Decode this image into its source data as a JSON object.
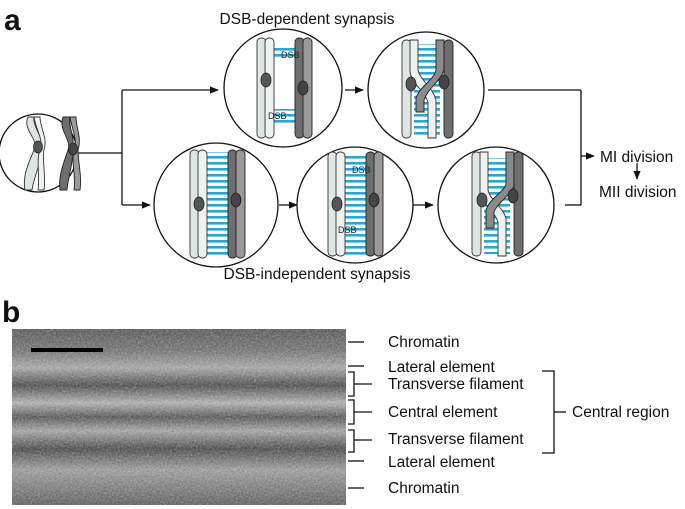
{
  "panel_a": {
    "letter": "a",
    "top_label": "DSB-dependent synapsis",
    "bottom_label": "DSB-independent synapsis",
    "dsb_tag": "DSB",
    "division_1": "MI division",
    "division_2": "MII division"
  },
  "panel_b": {
    "letter": "b",
    "labels": {
      "chromatin_top": "Chromatin",
      "lateral_top": "Lateral element",
      "transverse_top": "Transverse filament",
      "central_element": "Central element",
      "transverse_bottom": "Transverse filament",
      "lateral_bottom": "Lateral element",
      "chromatin_bottom": "Chromatin",
      "central_region": "Central region"
    }
  },
  "colors": {
    "synapsis_stripe": "#2aa6cf",
    "chromosome_light": "#dde6e4",
    "chromosome_dark": "#7d7d7d",
    "centromere": "#4a4a4a",
    "micrograph_base": "#7a7a7a"
  }
}
